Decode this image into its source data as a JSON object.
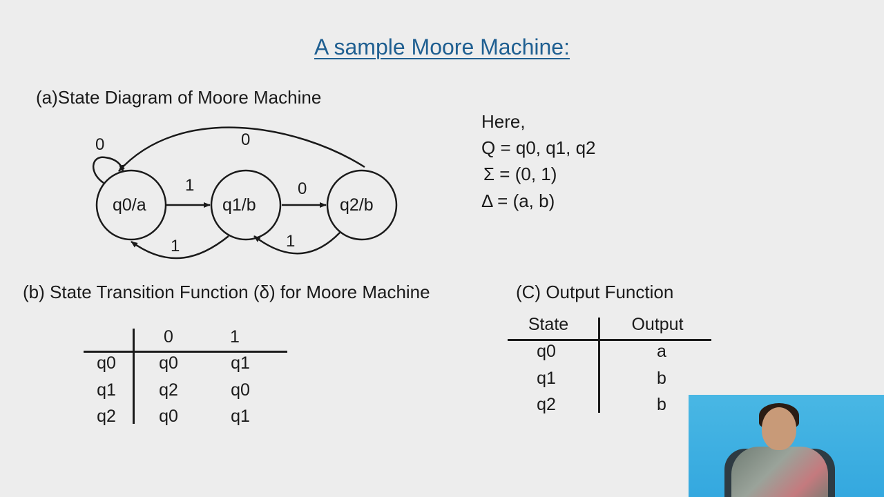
{
  "title": "A sample Moore Machine:",
  "section_a": {
    "heading": "(a)State Diagram of Moore Machine",
    "states": [
      {
        "id": "q0",
        "label": "q0/a"
      },
      {
        "id": "q1",
        "label": "q1/b"
      },
      {
        "id": "q2",
        "label": "q2/b"
      }
    ],
    "transitions": [
      {
        "from": "q0",
        "to": "q0",
        "input": "0"
      },
      {
        "from": "q0",
        "to": "q1",
        "input": "1"
      },
      {
        "from": "q1",
        "to": "q2",
        "input": "0"
      },
      {
        "from": "q2",
        "to": "q0",
        "input": "0"
      },
      {
        "from": "q1",
        "to": "q0",
        "input": "1"
      },
      {
        "from": "q2",
        "to": "q1",
        "input": "1"
      }
    ]
  },
  "definitions": {
    "here": "Here,",
    "Q": "Q = q0, q1, q2",
    "sigma": "Σ = (0, 1)",
    "delta": "Δ  = (a, b)"
  },
  "section_b": {
    "heading": "(b) State Transition Function (δ) for Moore Machine",
    "columns": [
      "0",
      "1"
    ],
    "rows": [
      {
        "state": "q0",
        "on0": "q0",
        "on1": "q1"
      },
      {
        "state": "q1",
        "on0": "q2",
        "on1": "q0"
      },
      {
        "state": "q2",
        "on0": "q0",
        "on1": "q1"
      }
    ]
  },
  "section_c": {
    "heading": "(C) Output Function",
    "columns": [
      "State",
      "Output"
    ],
    "rows": [
      {
        "state": "q0",
        "output": "a"
      },
      {
        "state": "q1",
        "output": "b"
      },
      {
        "state": "q2",
        "output": "b"
      }
    ]
  }
}
